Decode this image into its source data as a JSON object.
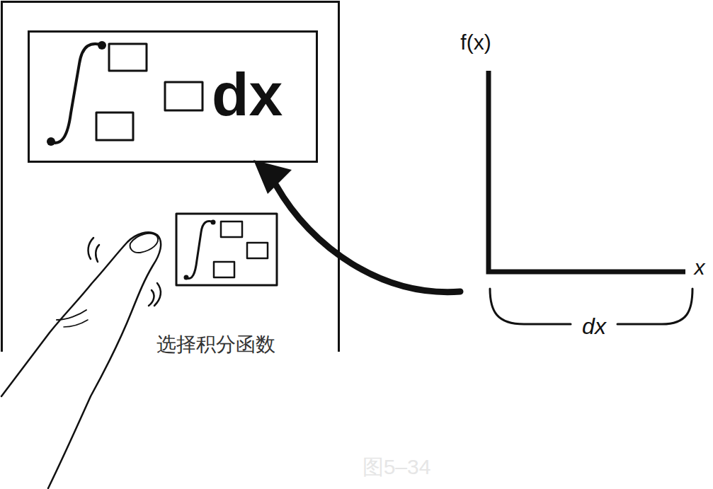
{
  "diagram": {
    "nodes": [
      {
        "text": [
          "选择积分函数"
        ]
      },
      {
        "text": [
          "dx"
        ],
        "in": 0
      }
    ],
    "labels": [
      "f(x)",
      "x",
      "dx",
      "图5–34"
    ]
  }
}
